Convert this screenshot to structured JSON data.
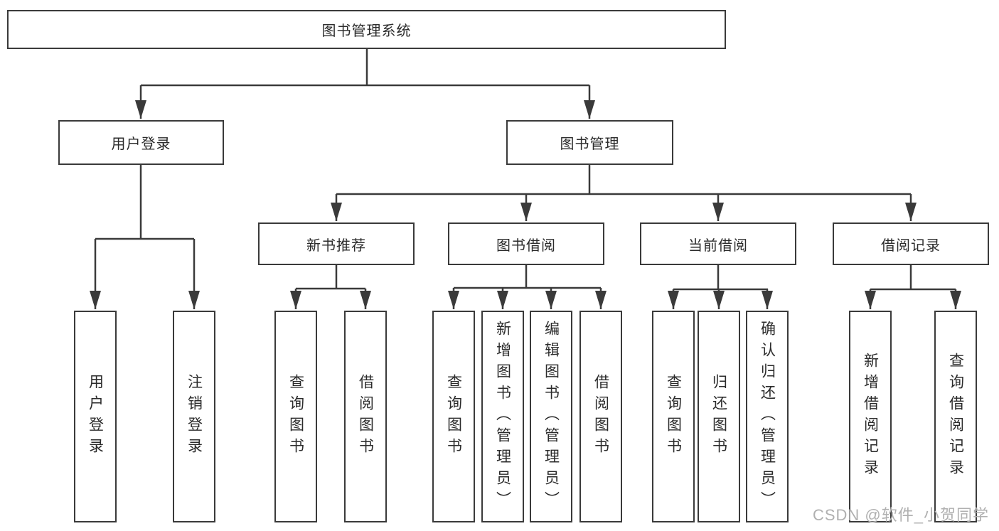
{
  "nodes": {
    "root": "图书管理系统",
    "user_login": "用户登录",
    "book_mgmt": "图书管理",
    "new_book_rec": "新书推荐",
    "book_borrow": "图书借阅",
    "current_borrow": "当前借阅",
    "borrow_records": "借阅记录",
    "leaf_user_login": "用户登录",
    "leaf_logout": "注销登录",
    "nbr_query_book": "查询图书",
    "nbr_borrow_book": "借阅图书",
    "bb_query_book": "查询图书",
    "bb_add_book": "新增图书（管理员）",
    "bb_edit_book": "编辑图书（管理员）",
    "bb_borrow_book": "借阅图书",
    "cb_query_book": "查询图书",
    "cb_return_book": "归还图书",
    "cb_confirm_return": "确认归还（管理员）",
    "br_add_record": "新增借阅记录",
    "br_query_record": "查询借阅记录"
  },
  "watermark": {
    "text": "CSDN @软件_小贺同学"
  },
  "colors": {
    "line": "#3a3a3a",
    "text": "#2b2b2b",
    "watermark": "#b0b0b0"
  }
}
